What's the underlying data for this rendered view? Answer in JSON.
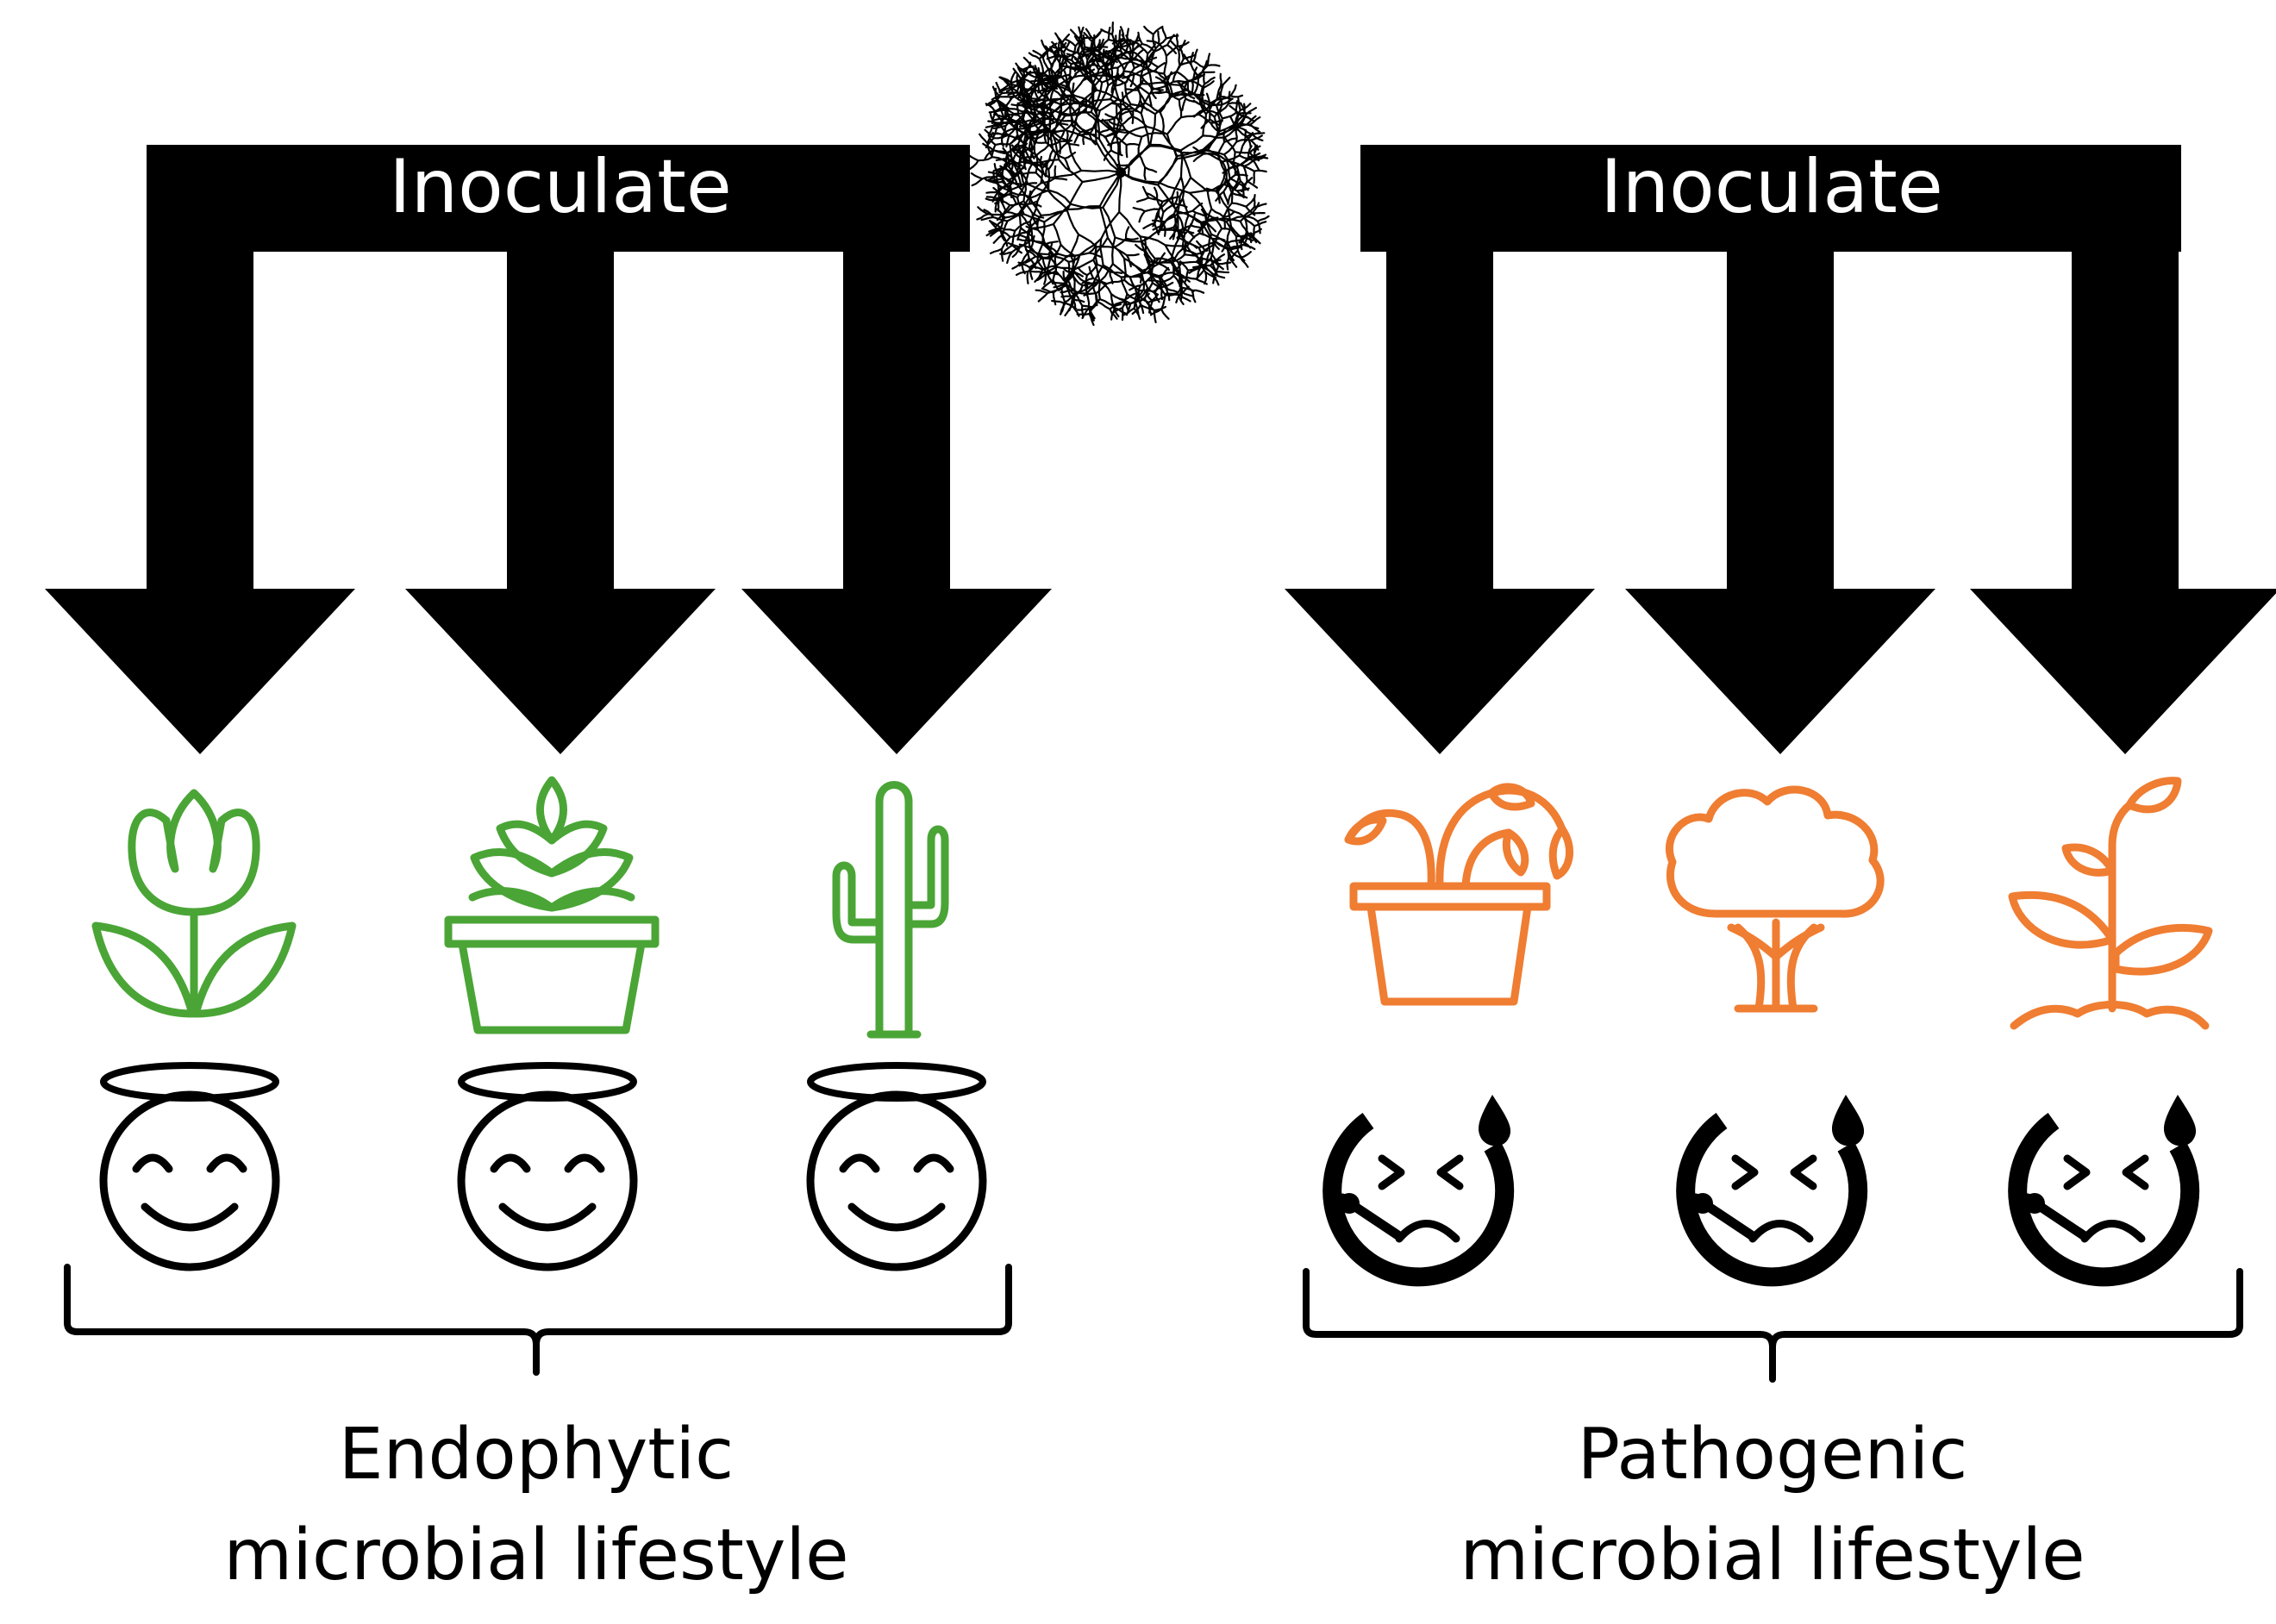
{
  "colors": {
    "arrow": "#000000",
    "healthy_plant": "#4aa536",
    "diseased_plant": "#ef7d32",
    "text_on_arrow": "#ffffff",
    "text": "#000000"
  },
  "left_group": {
    "arrow_label": "Inoculate",
    "plants": [
      "tulip-icon",
      "succulent-pot-icon",
      "cactus-icon"
    ],
    "faces": [
      "angel-face-icon",
      "angel-face-icon",
      "angel-face-icon"
    ],
    "caption_line1": "Endophytic",
    "caption_line2": "microbial lifestyle"
  },
  "right_group": {
    "arrow_label": "Inoculate",
    "plants": [
      "wilted-plant-pot-icon",
      "tree-icon",
      "sprout-icon"
    ],
    "faces": [
      "sick-face-icon",
      "sick-face-icon",
      "sick-face-icon"
    ],
    "caption_line1": "Pathogenic",
    "caption_line2": "microbial lifestyle"
  },
  "center_icon": "fungal-mycelium-icon"
}
